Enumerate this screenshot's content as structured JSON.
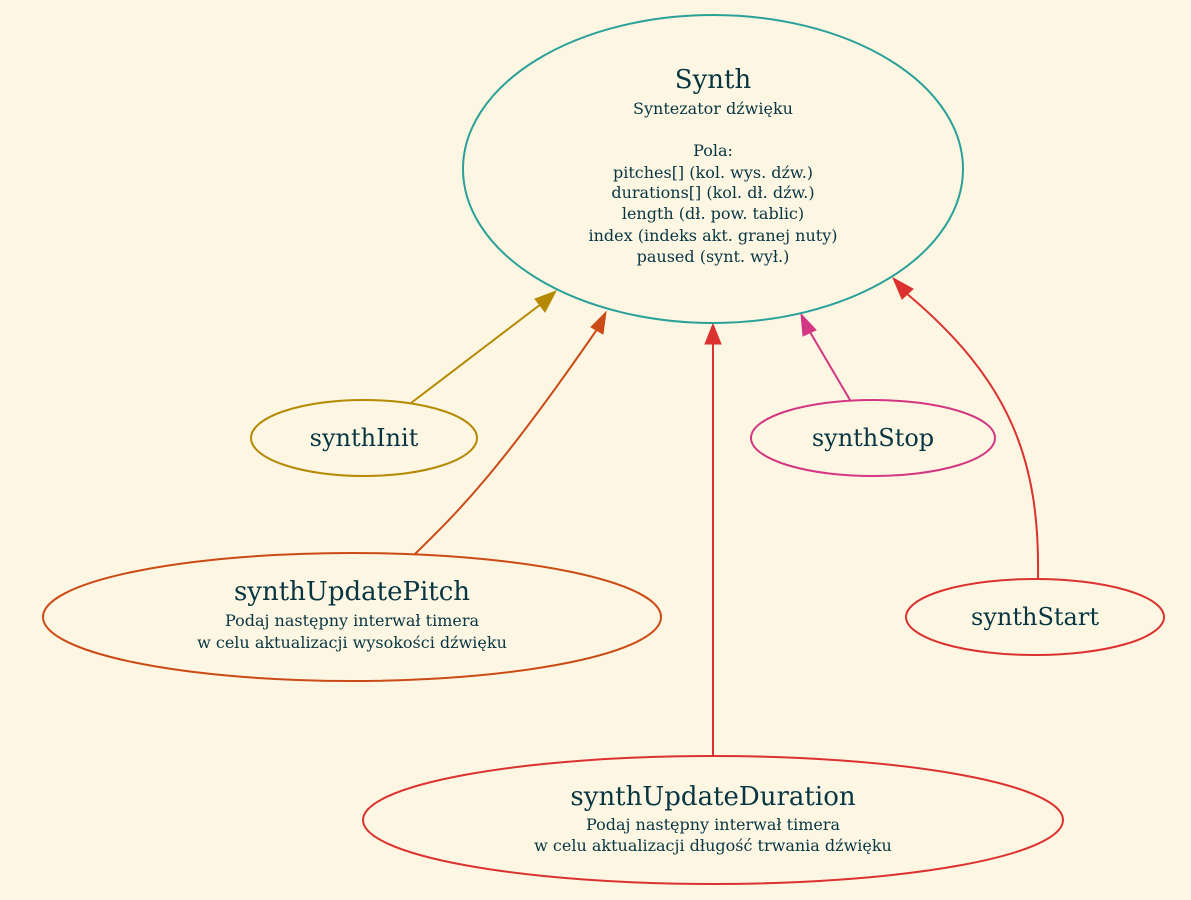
{
  "colors": {
    "background": "#fdf6e3",
    "text": "#073642",
    "synth": "#2aa198",
    "synthInit": "#b58900",
    "synthUpdatePitch": "#cb4b16",
    "synthUpdateDuration": "#dc322f",
    "synthStop": "#d33682",
    "synthStart": "#dc322f"
  },
  "nodes": {
    "synth": {
      "title": "Synth",
      "subtitle": "Syntezator dźwięku",
      "fields_header": "Pola:",
      "fields": [
        "pitches[] (kol. wys. dźw.)",
        "durations[] (kol. dł. dźw.)",
        "length (dł. pow. tablic)",
        "index (indeks akt. granej nuty)",
        "paused (synt. wył.)"
      ]
    },
    "synthInit": {
      "title": "synthInit"
    },
    "synthStop": {
      "title": "synthStop"
    },
    "synthStart": {
      "title": "synthStart"
    },
    "synthUpdatePitch": {
      "title": "synthUpdatePitch",
      "lines": [
        "Podaj następny interwał timera",
        "w celu aktualizacji wysokości dźwięku"
      ]
    },
    "synthUpdateDuration": {
      "title": "synthUpdateDuration",
      "lines": [
        "Podaj następny interwał timera",
        "w celu aktualizacji długość trwania dźwięku"
      ]
    }
  },
  "edges": [
    {
      "from": "synthInit",
      "to": "synth"
    },
    {
      "from": "synthUpdatePitch",
      "to": "synth"
    },
    {
      "from": "synthUpdateDuration",
      "to": "synth"
    },
    {
      "from": "synthStop",
      "to": "synth"
    },
    {
      "from": "synthStart",
      "to": "synth"
    }
  ]
}
